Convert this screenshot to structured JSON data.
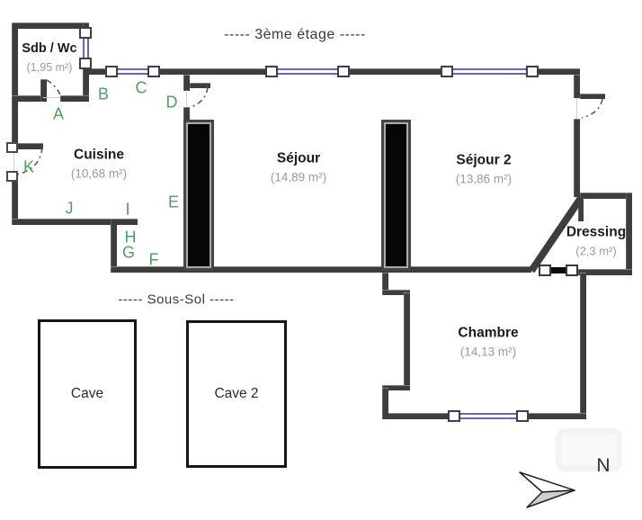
{
  "floor_plan": {
    "floor_title": "-----  3ème étage  -----",
    "basement_title": "-----  Sous-Sol  -----",
    "rooms": {
      "sdb": {
        "name": "Sdb / Wc",
        "area": "(1,95 m²)"
      },
      "cuisine": {
        "name": "Cuisine",
        "area": "(10,68 m²)"
      },
      "sejour": {
        "name": "Séjour",
        "area": "(14,89 m²)"
      },
      "sejour2": {
        "name": "Séjour 2",
        "area": "(13,86 m²)"
      },
      "dressing": {
        "name": "Dressing",
        "area": "(2,3 m²)"
      },
      "chambre": {
        "name": "Chambre",
        "area": "(14,13 m²)"
      },
      "cave": {
        "name": "Cave"
      },
      "cave2": {
        "name": "Cave 2"
      }
    },
    "markers": {
      "a": "A",
      "b": "B",
      "c": "C",
      "d": "D",
      "e": "E",
      "f": "F",
      "g": "G",
      "h": "H",
      "i": "I",
      "j": "J",
      "k": "K"
    },
    "compass": {
      "north_label": "N"
    },
    "colors": {
      "wall": "#3d3d3d",
      "window_frame": "#3e3e52",
      "window_glass": "#6565bb",
      "marker_green": "#4f9f5f",
      "room_name": "#1b1b1b",
      "room_area": "#9a9a9a",
      "duct_fill": "#060606"
    }
  }
}
